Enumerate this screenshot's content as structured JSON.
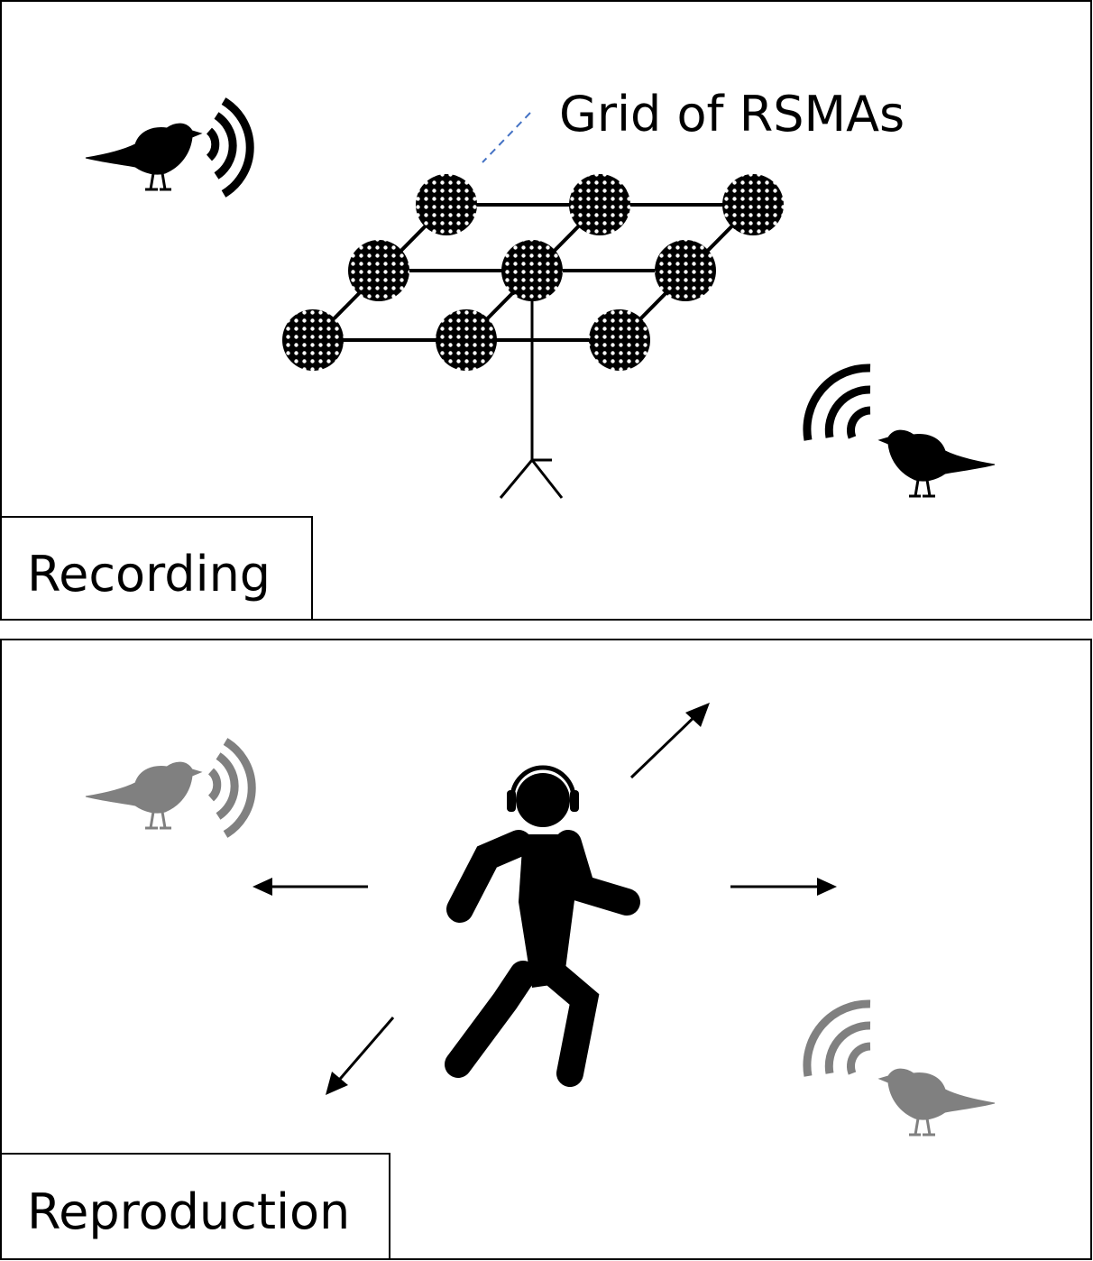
{
  "recording_panel": {
    "label": "Recording",
    "annotation": "Grid of RSMAs"
  },
  "reproduction_panel": {
    "label": "Reproduction"
  },
  "colors": {
    "ink": "#000000",
    "faded": "#808080",
    "leader": "#4472c4"
  }
}
